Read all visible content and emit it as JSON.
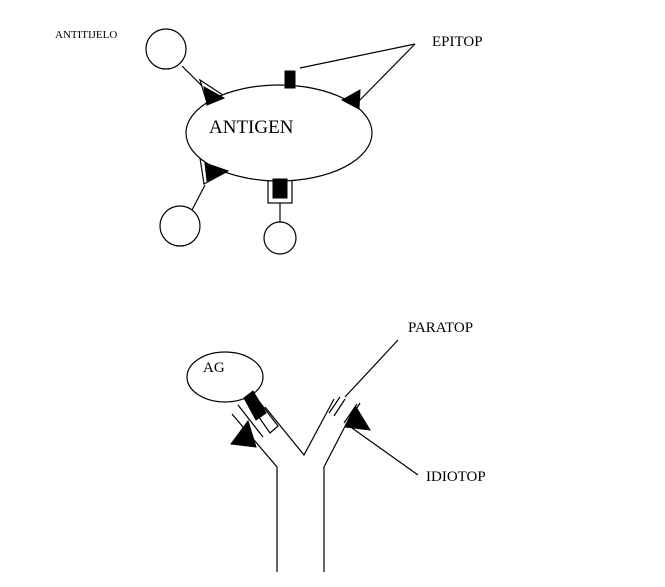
{
  "diagram": {
    "top": {
      "antibody_label": "ANTITIJELO",
      "epitope_label": "EPITOP",
      "antigen_label": "ANTIGEN"
    },
    "bottom": {
      "antigen_label": "AG",
      "paratope_label": "PARATOP",
      "idiotope_label": "IDIOTOP"
    },
    "colors": {
      "stroke": "#000000",
      "fill": "#ffffff",
      "marker": "#000000"
    }
  }
}
